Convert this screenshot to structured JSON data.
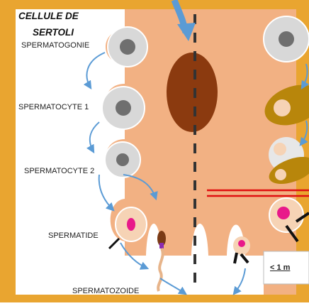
{
  "title": {
    "line1": "CELLULE DE",
    "line2": "SERTOLI"
  },
  "labels": {
    "spermatogonie": "SPERMATOGONIE",
    "spermatocyte1": "SPERMATOCYTE 1",
    "spermatocyte2": "SPERMATOCYTE 2",
    "spermatide": "SPERMATIDE",
    "spermatozoide": "SPERMATOZOIDE"
  },
  "scale_label": "< 1 m",
  "colors": {
    "frame": "#e9a530",
    "sertoli": "#f2b183",
    "nucleus": "#8b3a0f",
    "cell_light": "#d8d8d8",
    "cell_core": "#6f6f6f",
    "olive": "#b8860b",
    "arrow": "#5b9bd5",
    "red_line": "#e01010",
    "magenta": "#e8198a"
  }
}
